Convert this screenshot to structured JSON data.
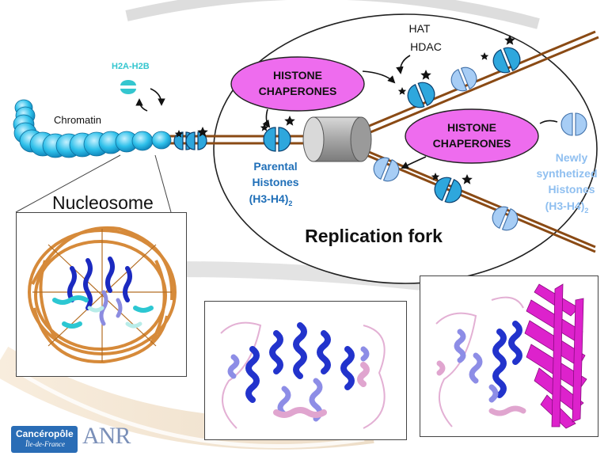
{
  "labels": {
    "h2a_h2b": "H2A-H2B",
    "chromatin": "Chromatin",
    "nucleosome": "Nucleosome",
    "hat": "HAT",
    "hdac": "HDAC",
    "chaperones_top": [
      "HISTONE",
      "CHAPERONES"
    ],
    "chaperones_right": [
      "HISTONE",
      "CHAPERONES"
    ],
    "parental": [
      "Parental",
      "Histones"
    ],
    "parental_formula": "(H3-H4)",
    "parental_sub": "2",
    "newly": [
      "Newly",
      "synthetized",
      "Histones"
    ],
    "newly_formula": "(H3-H4)",
    "newly_sub": "2",
    "replication_fork": "Replication fork"
  },
  "logos": {
    "canceropole_line1": "Cancéropôle",
    "canceropole_line2": "Île-de-France",
    "anr": "ANR"
  },
  "colors": {
    "nucleosome_cyan": "#2ec0ea",
    "chaperone_magenta": "#ee6cee",
    "dna_brown": "#8a4a14",
    "parental_label": "#1f6fb8",
    "newly_label": "#8fbff0",
    "h2a_cyan": "#34c6cf",
    "helix_blue": "#2233cc",
    "helix_pink": "#d99ac8",
    "sheet_magenta": "#dd22cc"
  }
}
